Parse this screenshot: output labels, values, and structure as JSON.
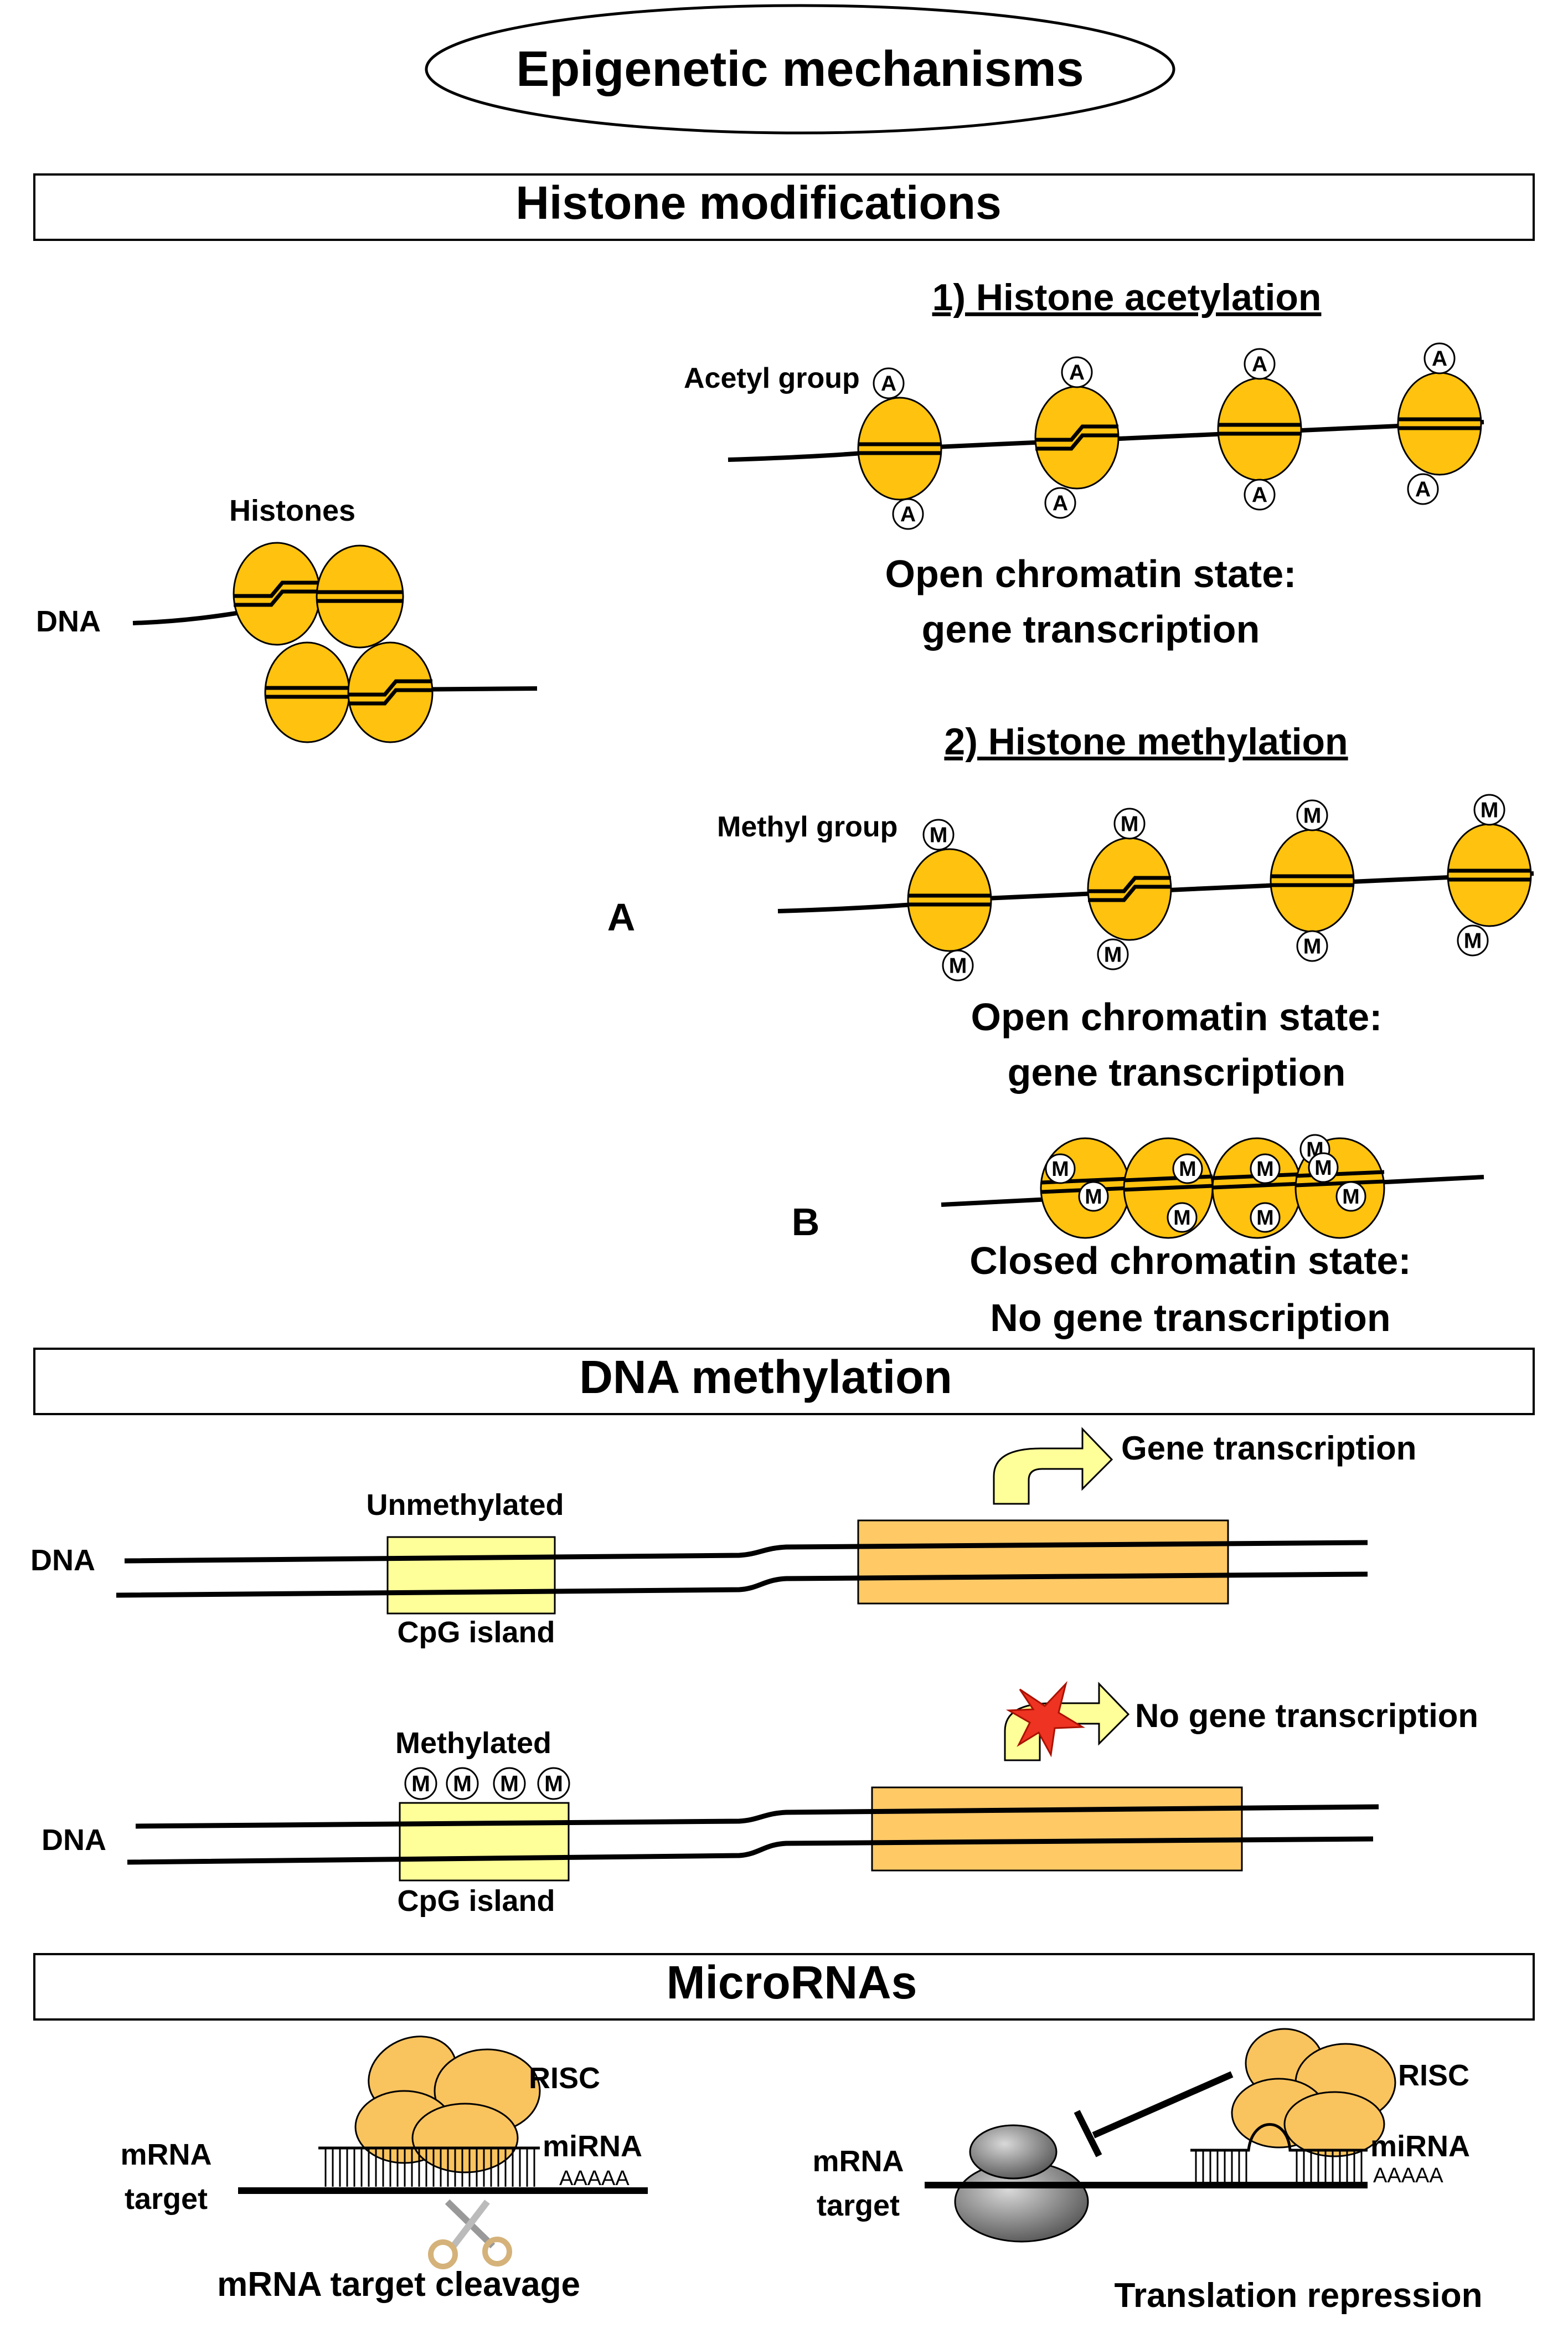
{
  "title": "Epigenetic mechanisms",
  "sections": {
    "histone": {
      "header": "Histone modifications",
      "dna_label": "DNA",
      "histones_label": "Histones",
      "acetylation": {
        "title": "1) Histone acetylation",
        "group_label": "Acetyl group",
        "mark": "A",
        "state_line1": "Open chromatin state:",
        "state_line2": "gene transcription"
      },
      "methylation": {
        "title": "2) Histone methylation",
        "group_label": "Methyl group",
        "mark": "M",
        "panel_a": "A",
        "panel_b": "B",
        "open_line1": "Open chromatin state:",
        "open_line2": "gene transcription",
        "closed_line1": "Closed chromatin state:",
        "closed_line2": "No gene transcription"
      }
    },
    "dna_methylation": {
      "header": "DNA methylation",
      "dna_label": "DNA",
      "unmethylated": "Unmethylated",
      "methylated": "Methylated",
      "cpg_island": "CpG island",
      "mark": "M",
      "gene_transcription": "Gene transcription",
      "no_gene_transcription": "No gene transcription"
    },
    "micrornas": {
      "header": "MicroRNAs",
      "risc": "RISC",
      "mirna": "miRNA",
      "poly_a": "AAAAA",
      "mrna_line1": "mRNA",
      "target_word": "target",
      "cleavage": "mRNA target cleavage",
      "repression": "Translation repression"
    }
  },
  "colors": {
    "histone_fill": "#FFC20E",
    "risc_fill": "#F9C35E",
    "cpg_fill": "#FFFF99",
    "gene_fill": "#FFC966",
    "arrow_fill": "#FFFF99",
    "blocker_fill": "#EE3322",
    "ribosome_fill": "#808080"
  }
}
